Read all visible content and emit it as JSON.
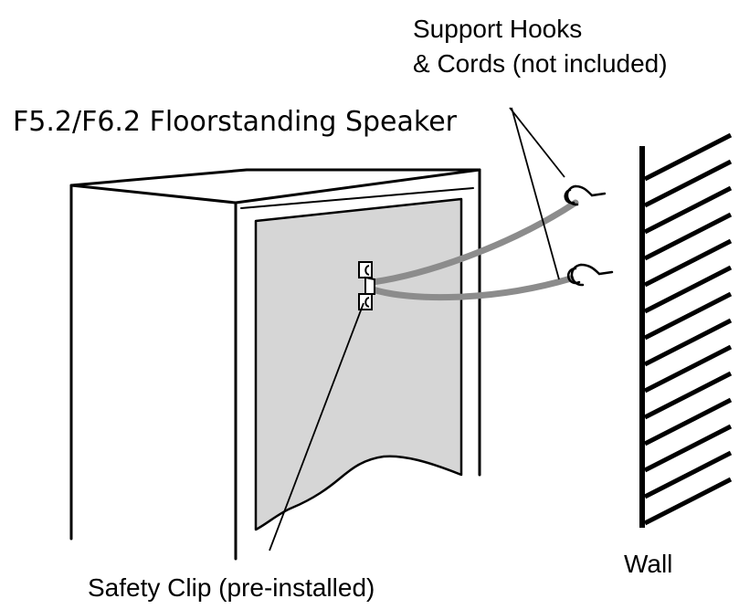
{
  "labels": {
    "speaker": "F5.2/F6.2 Floorstanding Speaker",
    "support_line1": "Support Hooks",
    "support_line2": "& Cords (not included)",
    "safety_clip": "Safety Clip (pre-installed)",
    "wall": "Wall"
  },
  "colors": {
    "line": "#000000",
    "panel": "#d6d6d6",
    "cord": "#8c8c8c",
    "background": "#ffffff"
  }
}
